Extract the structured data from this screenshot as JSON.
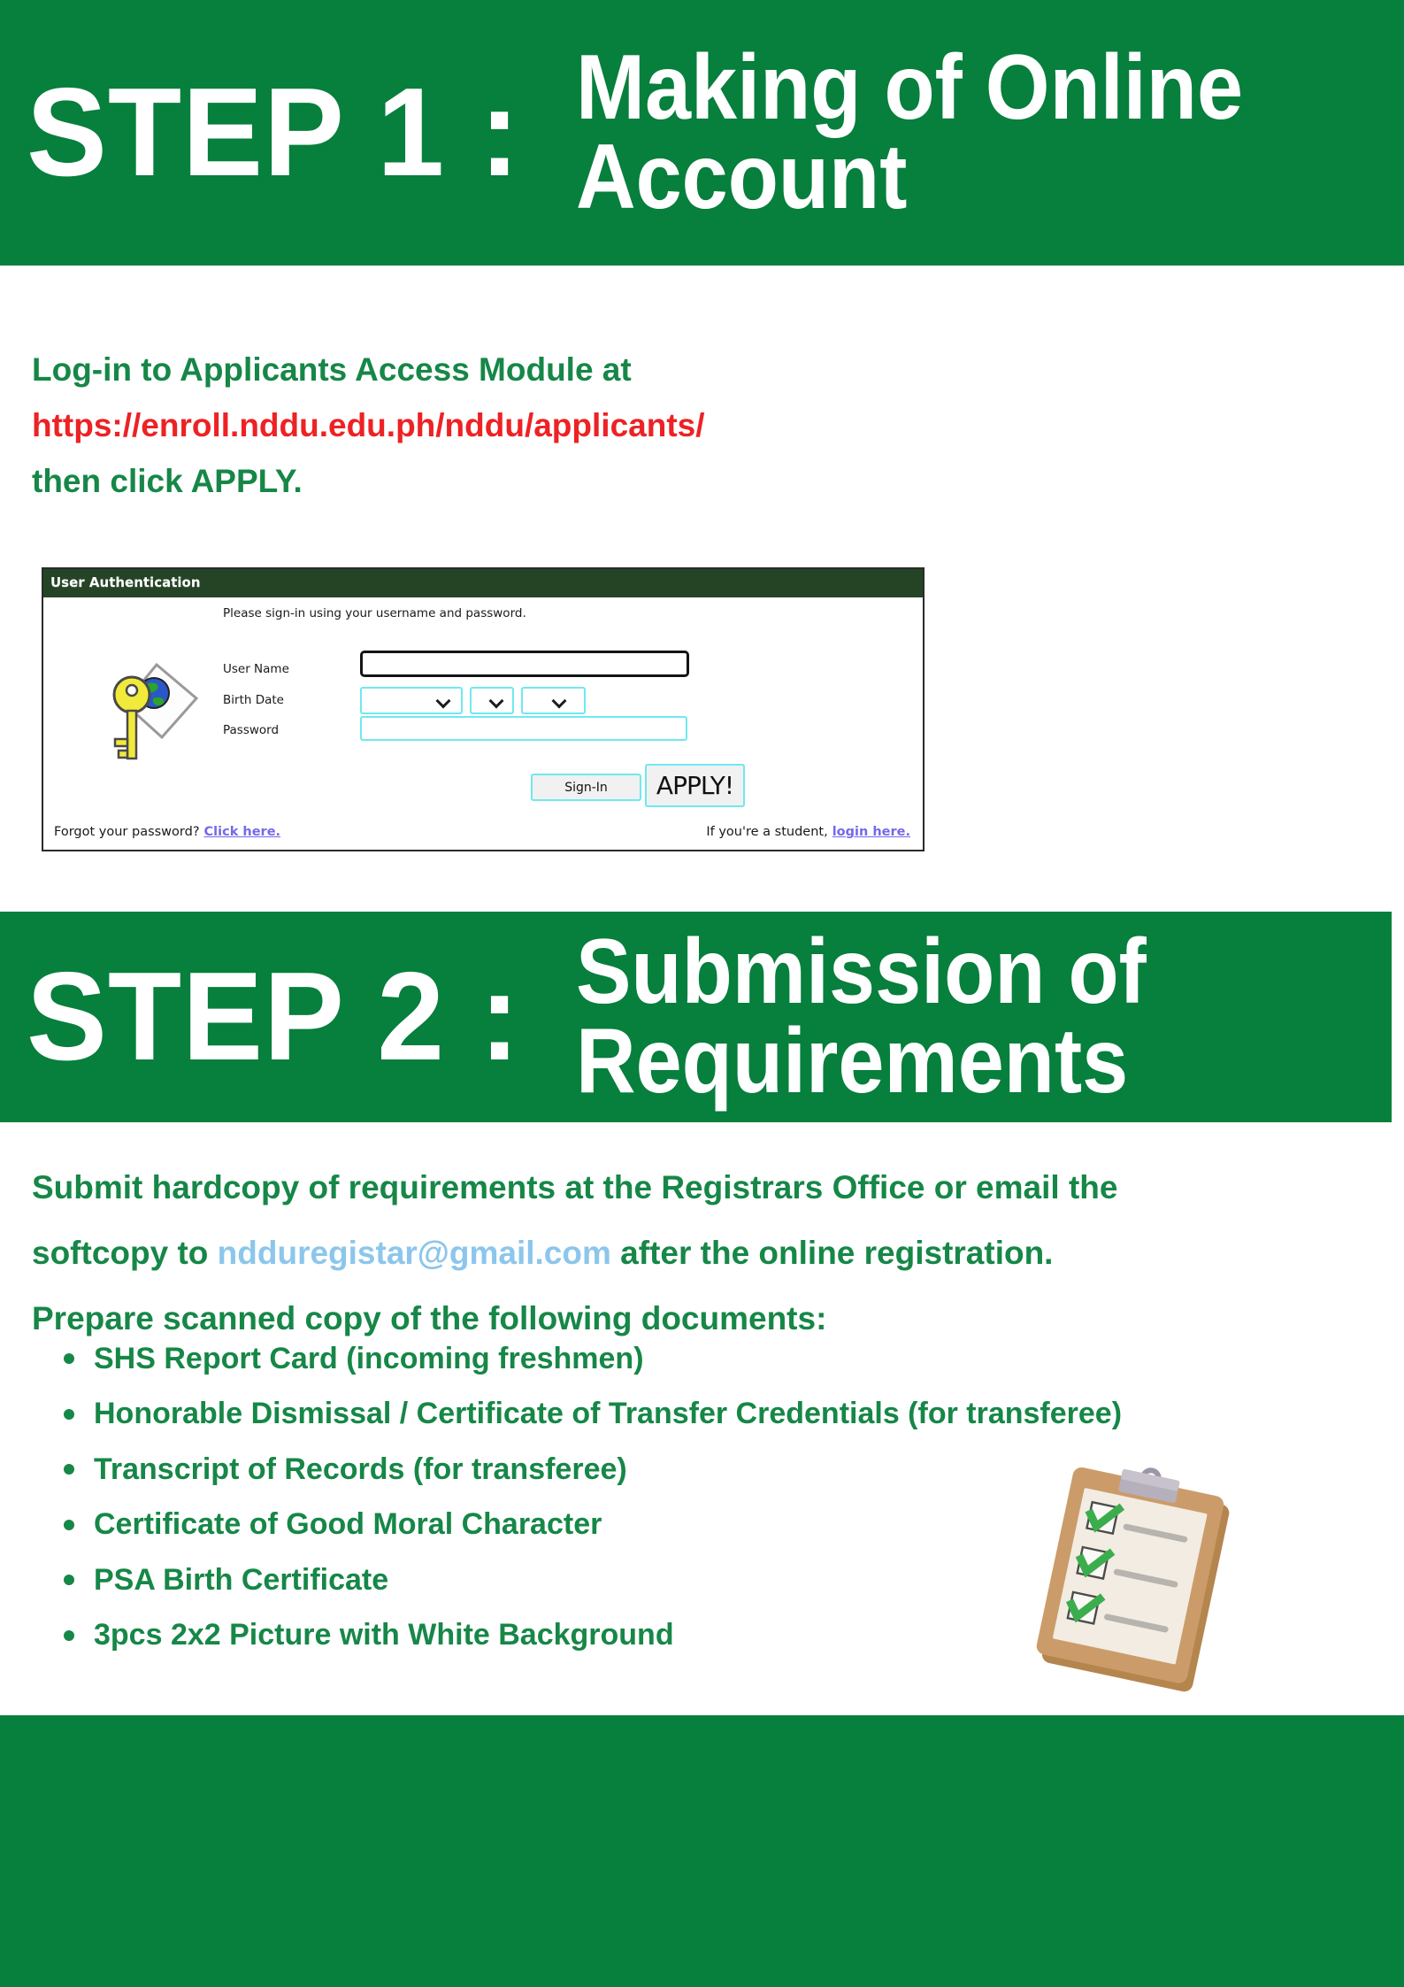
{
  "colors": {
    "banner_green": "#077F3D",
    "text_green": "#168747",
    "url_red": "#ED2224",
    "email_blue": "#8CC6EC",
    "link_purple": "#7669E9",
    "titlebar_green": "#254426",
    "field_border_cyan": "#70E8EF"
  },
  "step1": {
    "label": "STEP 1 :",
    "title_line1": "Making of Online",
    "title_line2": "Account"
  },
  "intro": {
    "line1": "Log-in to Applicants Access Module at",
    "url": "https://enroll.nddu.edu.ph/nddu/applicants/",
    "line3": "then click APPLY."
  },
  "auth_form": {
    "title": "User Authentication",
    "instruction": "Please sign-in using your username and password.",
    "username_label": "User Name",
    "username_value": "",
    "birthdate_label": "Birth Date",
    "password_label": "Password",
    "password_value": "",
    "signin_button": "Sign-In",
    "apply_button": "APPLY!",
    "forgot_prefix": "Forgot your password?",
    "forgot_link": "Click here.",
    "student_prefix": "If you're a student,",
    "student_link": "login here."
  },
  "step2": {
    "label": "STEP 2 :",
    "title_line1": "Submission of",
    "title_line2": "Requirements"
  },
  "submission": {
    "line1": "Submit hardcopy of requirements at the Registrars Office or email the",
    "line2_prefix": "softcopy to ",
    "email": "ndduregistar@gmail.com",
    "line2_suffix": " after the online registration.",
    "line3": "Prepare scanned copy of the following documents:",
    "requirements": [
      "SHS Report Card (incoming freshmen)",
      "Honorable Dismissal / Certificate of Transfer Credentials (for transferee)",
      "Transcript of Records (for transferee)",
      "Certificate of Good Moral Character",
      "PSA Birth Certificate",
      "3pcs 2x2 Picture with White Background"
    ]
  }
}
